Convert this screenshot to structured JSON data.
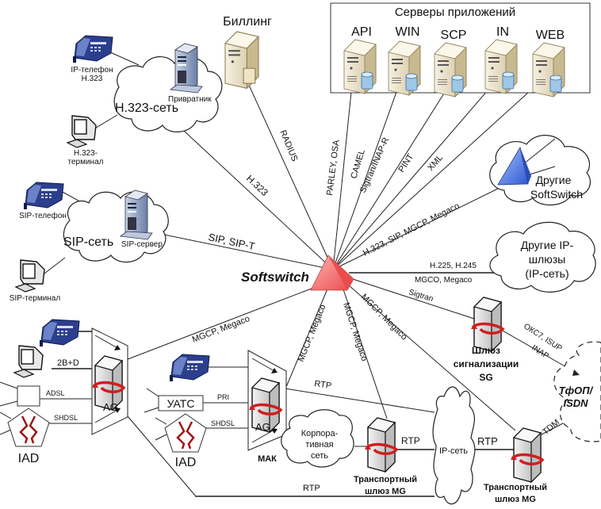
{
  "title": "Softswitch",
  "colors": {
    "softswitch": "#f26b6b",
    "softswitch_dark": "#d94848",
    "other_softswitch": "#3a5fd0",
    "server_beige": "#e9dfc5",
    "gateway_gray": "#d9d9d9",
    "arrow_red": "#cc1f1f",
    "phone_blue": "#2b3f8c",
    "db_blue": "#9fc7e8"
  },
  "app_servers": {
    "box_title": "Серверы приложений",
    "servers": [
      {
        "label": "API",
        "protocol": "PARLEY, OSA"
      },
      {
        "label": "WIN",
        "protocol": "CAMEL\nSigtran/INAP-R"
      },
      {
        "label": "SCP",
        "protocol": "PINT"
      },
      {
        "label": "IN",
        "protocol": "XML"
      },
      {
        "label": "WEB",
        "protocol": ""
      }
    ],
    "protocols": {
      "api": "PARLEY, OSA",
      "win_1": "CAMEL",
      "win_2": "Sigtran/INAP-R",
      "scp": "PINT",
      "in": "XML"
    }
  },
  "billing": {
    "label": "Биллинг",
    "protocol": "RADIUS"
  },
  "h323_network": {
    "label": "H.323-сеть",
    "gatekeeper": "Привратник",
    "ip_phone": [
      "IP-телефон",
      "H.323"
    ],
    "terminal": [
      "H.323-",
      "терминал"
    ],
    "protocol": "H.323"
  },
  "sip_network": {
    "label": "SIP-сеть",
    "server": "SIP-сервер",
    "phone": "SIP-телефон",
    "terminal": "SIP-терминал",
    "protocol": "SIP, SIP-T"
  },
  "other_softswitch": {
    "label": [
      "Другие",
      "SoftSwitch"
    ],
    "protocol": "H.323, SIP, MGCP, Megaco"
  },
  "other_ip_gateways": {
    "label": [
      "Другие IP-",
      "шлюзы",
      "(IP-сеть)"
    ],
    "protocol_1": "H.225, H.245",
    "protocol_2": "MGCO, Megaco"
  },
  "signaling_gateway": {
    "label": [
      "Шлюз",
      "сигнализации",
      "SG"
    ],
    "protocol_in": "Sigtran",
    "protocol_out_1": "ОКС7, ISUP",
    "protocol_out_2": "INAP"
  },
  "pstn": {
    "label": [
      "ТфОП/",
      "ISDN"
    ],
    "protocol": "TDM"
  },
  "access_gateway_1": {
    "label": "AG",
    "links": {
      "isdn": "2B+D",
      "adsl": "ADSL",
      "shdsl": "SHDSL"
    },
    "iad": "IAD",
    "protocol": "MGCP, Megaco"
  },
  "mak": {
    "label": "МАК",
    "ag_label": "AG",
    "pbx": "УАТС",
    "links": {
      "pri": "PRI",
      "shdsl": "SHDSL"
    },
    "iad": "IAD",
    "protocol": "MGCP, Megaco",
    "rtp": "RTP"
  },
  "corporate_network": {
    "label": [
      "Корпора-",
      "тивная",
      "сеть"
    ]
  },
  "transport_gateway_1": {
    "label": [
      "Транспортный",
      "шлюз MG"
    ],
    "protocol": "MGCP, Megaco",
    "rtp": "RTP"
  },
  "transport_gateway_2": {
    "label": [
      "Транспортный",
      "шлюз MG"
    ],
    "protocol": "MGCP, Megaco",
    "rtp": "RTP"
  },
  "ip_network": {
    "label": "IP-сеть"
  },
  "bottom_rtp": "RTP"
}
